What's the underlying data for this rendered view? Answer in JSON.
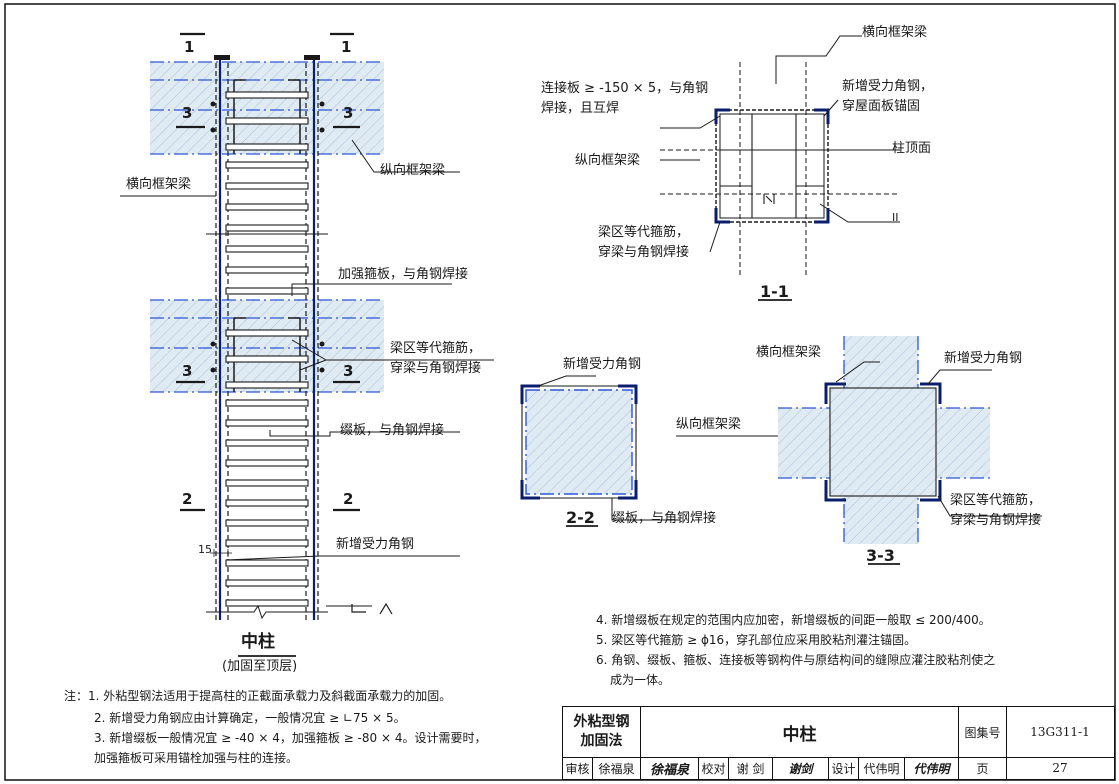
{
  "labels": {
    "sec1_left": "1",
    "sec1_right": "1",
    "sec3_left_top": "3",
    "sec3_right_top": "3",
    "sec3_left_mid": "3",
    "sec3_right_mid": "3",
    "sec2_left": "2",
    "sec2_right": "2",
    "dim_15": "15",
    "transverse_beam_left": "横向框架梁",
    "longitudinal_beam_left": "纵向框架梁",
    "strengthen_hoop": "加强箍板，与角钢焊接",
    "beam_zone_hoop_l1": "梁区等代箍筋，",
    "beam_zone_hoop_l2": "穿梁与角钢焊接",
    "batten_plate": "缀板，与角钢焊接",
    "new_angle_left": "新增受力角钢",
    "col_title": "中柱",
    "col_subtitle": "(加固至顶层)",
    "s11_transverse": "横向框架梁",
    "s11_connect_l1": "连接板 ≥ -150 × 5，与角钢",
    "s11_connect_l2": "焊接，且互焊",
    "s11_new_angle_l1": "新增受力角钢，",
    "s11_new_angle_l2": "穿屋面板锚固",
    "s11_longitudinal": "纵向框架梁",
    "s11_col_top": "柱顶面",
    "s11_hoop_l1": "梁区等代箍筋，",
    "s11_hoop_l2": "穿梁与角钢焊接",
    "s11_mark": "II",
    "s11_title": "1-1",
    "s22_new_angle": "新增受力角钢",
    "s22_title": "2-2",
    "s22_batten": "缀板，与角钢焊接",
    "s33_transverse": "横向框架梁",
    "s33_new_angle": "新增受力角钢",
    "s33_longitudinal": "纵向框架梁",
    "s33_hoop_l1": "梁区等代箍筋，",
    "s33_hoop_l2": "穿梁与角钢焊接",
    "s33_title": "3-3"
  },
  "notes_left": [
    "注：1. 外粘型钢法适用于提高柱的正截面承载力及斜截面承载力的加固。",
    "2. 新增受力角钢应由计算确定，一般情况宜 ≥ ∟75 × 5。",
    "3. 新增缀板一般情况宜 ≥ -40 × 4，加强箍板 ≥ -80 × 4。设计需要时，",
    "加强箍板可采用锚栓加强与柱的连接。"
  ],
  "notes_right": [
    "4. 新增缀板在规定的范围内应加密，新增缀板的间距一般取 ≤ 200/400。",
    "5. 梁区等代箍筋 ≥ ϕ16，穿孔部位应采用胶粘剂灌注锚固。",
    "6. 角钢、缀板、箍板、连接板等钢构件与原结构间的缝隙应灌注胶粘剂使之",
    "成为一体。"
  ],
  "title_block": {
    "category_l1": "外粘型钢",
    "category_l2": "加固法",
    "drawing_title": "中柱",
    "atlas_no_label": "图集号",
    "atlas_no": "13G311-1",
    "review_label": "审核",
    "review_name": "徐福泉",
    "review_sig": "徐福泉",
    "check_label": "校对",
    "check_name": "谢 剑",
    "check_sig": "谢剑",
    "design_label": "设计",
    "design_name": "代伟明",
    "design_sig": "代伟明",
    "page_label": "页",
    "page_no": "27"
  },
  "colors": {
    "line": "#1a1a1a",
    "beam_dash": "#2b56d6",
    "concrete_fill": "#dfeaf3",
    "hatch": "#9db8d2",
    "angle": "#0a1e6e"
  }
}
